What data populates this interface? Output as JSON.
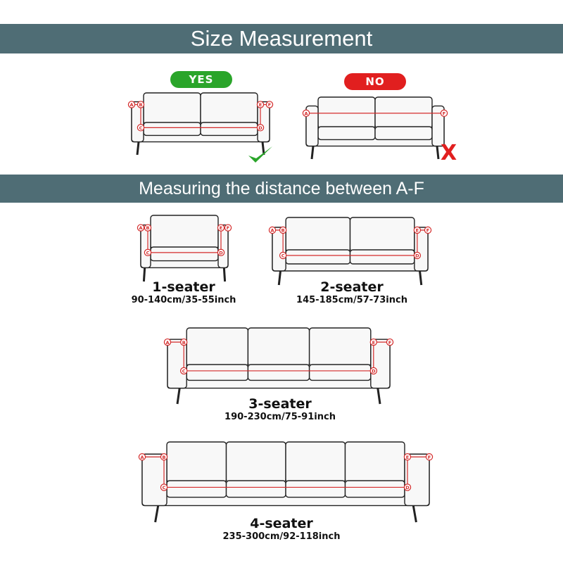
{
  "header": {
    "title": "Size Measurement"
  },
  "comparison": {
    "yes_label": "YES",
    "no_label": "NO",
    "no_mark": "X"
  },
  "section": {
    "title": "Measuring the distance between A-F"
  },
  "markers": [
    "A",
    "B",
    "C",
    "D",
    "E",
    "F"
  ],
  "sofas": [
    {
      "label": "1-seater",
      "size": "90-140cm/35-55inch"
    },
    {
      "label": "2-seater",
      "size": "145-185cm/57-73inch"
    },
    {
      "label": "3-seater",
      "size": "190-230cm/75-91inch"
    },
    {
      "label": "4-seater",
      "size": "235-300cm/92-118inch"
    }
  ],
  "colors": {
    "band": "#4f6d75",
    "yes": "#2aa52a",
    "no": "#e11f1f",
    "measure": "#d42a2a"
  }
}
